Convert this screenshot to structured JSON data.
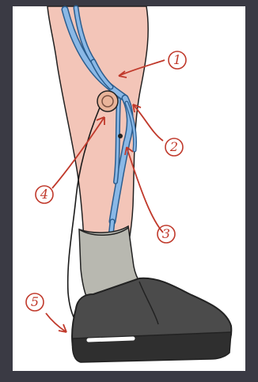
{
  "callouts": [
    {
      "id": "1",
      "label": "1"
    },
    {
      "id": "2",
      "label": "2"
    },
    {
      "id": "3",
      "label": "3"
    },
    {
      "id": "4",
      "label": "4"
    },
    {
      "id": "5",
      "label": "5"
    }
  ],
  "colors": {
    "frame": "#3a3a44",
    "skin": "#f3c5b8",
    "vein": "#8ab8e6",
    "vein_outline": "#2b5d8e",
    "sock": "#b8b8b0",
    "shoe": "#4b4b4b",
    "shoe_dark": "#2f2f2f",
    "annotation": "#c0392b",
    "wire": "#1a1a1a",
    "device": "#e9b49a"
  },
  "icons": [
    "leg-illustration",
    "vein-diagram",
    "implanted-device",
    "lead-wire",
    "shoe"
  ]
}
